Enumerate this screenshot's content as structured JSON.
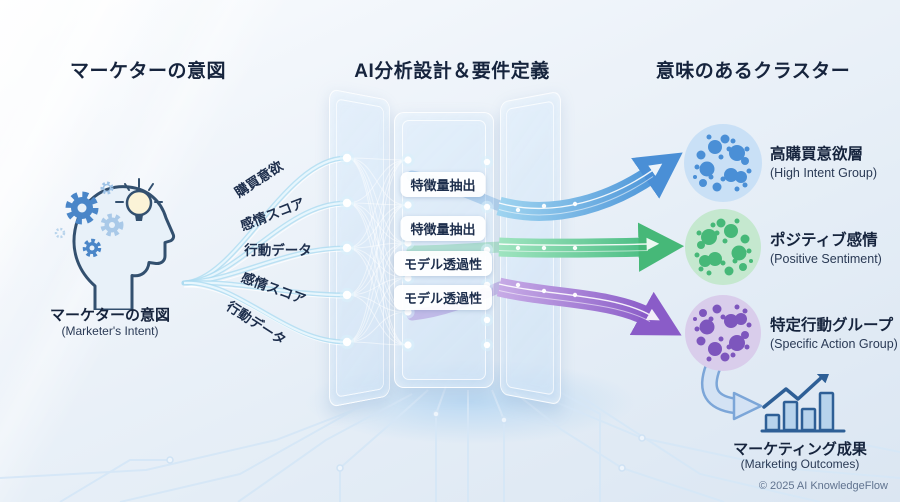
{
  "headers": {
    "left": "マーケターの意図",
    "center": "AI分析設計＆要件定義",
    "right": "意味のあるクラスター"
  },
  "source": {
    "label": "マーケターの意図",
    "sublabel": "(Marketer's Intent)"
  },
  "streams": [
    "購買意欲",
    "感情スコア",
    "行動データ",
    "感情スコア",
    "行動データ"
  ],
  "stages": [
    "特徴量抽出",
    "特徴量抽出",
    "モデル透過性",
    "モデル透過性"
  ],
  "clusters": [
    {
      "label": "高購買意欲層",
      "sublabel": "(High Intent Group)",
      "dot_color": "#4a8fd6",
      "bg_color": "#c9e0f6"
    },
    {
      "label": "ポジティブ感情",
      "sublabel": "(Positive Sentiment)",
      "dot_color": "#46b878",
      "bg_color": "#c5e8cf"
    },
    {
      "label": "特定行動グループ",
      "sublabel": "(Specific Action Group)",
      "dot_color": "#7d56bd",
      "bg_color": "#d9cdeb"
    }
  ],
  "outcome": {
    "label": "マーケティング成果",
    "sublabel": "(Marketing Outcomes)"
  },
  "footer": {
    "copyright": "© 2025 AI KnowledgeFlow"
  }
}
